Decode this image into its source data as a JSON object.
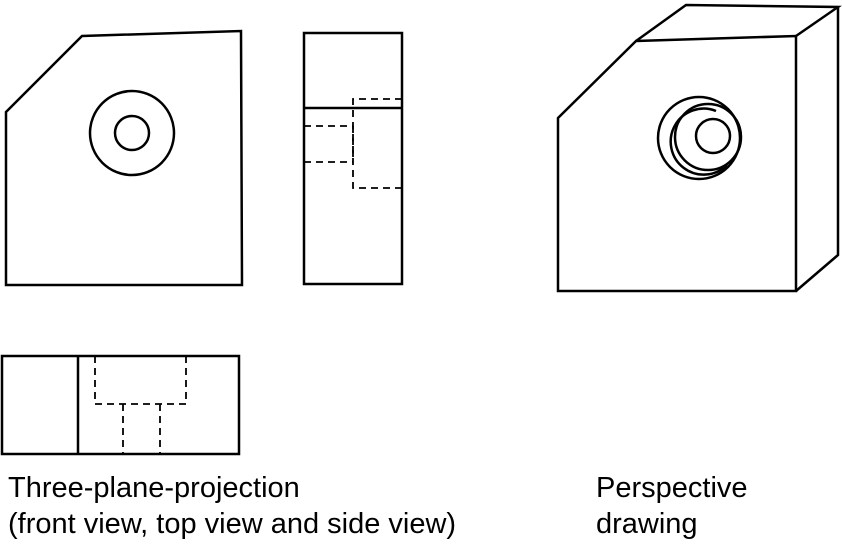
{
  "captions": {
    "projection": {
      "line1": "Three-plane-projection",
      "line2": "(front view, top view and side view)"
    },
    "perspective": {
      "line1": "Perspective",
      "line2": "drawing"
    }
  },
  "colors": {
    "stroke": "#000000",
    "background": "#ffffff"
  }
}
